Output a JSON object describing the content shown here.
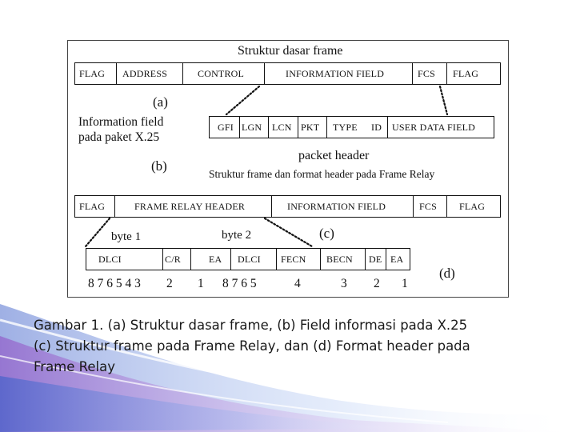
{
  "diagram": {
    "title": "Struktur dasar frame",
    "row_a": [
      "FLAG",
      "ADDRESS",
      "CONTROL",
      "INFORMATION FIELD",
      "FCS",
      "FLAG"
    ],
    "label_a": "(a)",
    "info_label_1": "Information field",
    "info_label_2": "pada paket X.25",
    "row_b": [
      "GFI",
      "LGN",
      "LCN",
      "PKT",
      "TYPE",
      "ID",
      "USER DATA FIELD"
    ],
    "packet_header": "packet header",
    "label_b": "(b)",
    "subtitle_fr": "Struktur frame dan format header pada Frame Relay",
    "row_c": [
      "FLAG",
      "FRAME RELAY HEADER",
      "INFORMATION FIELD",
      "FCS",
      "FLAG"
    ],
    "byte1": "byte 1",
    "byte2": "byte 2",
    "label_c": "(c)",
    "row_d": [
      "DLCI",
      "C/R",
      "EA",
      "DLCI",
      "FECN",
      "BECN",
      "DE",
      "EA"
    ],
    "bits": [
      "8 7 6 5 4 3",
      "2",
      "1",
      "8 7 6 5",
      "4",
      "3",
      "2",
      "1"
    ],
    "label_d": "(d)"
  },
  "caption": {
    "line1": "Gambar 1. (a) Struktur dasar frame, (b) Field informasi pada X.25",
    "line2": "(c) Struktur frame pada Frame Relay, dan (d) Format header pada",
    "line3": "Frame Relay"
  },
  "colors": {
    "swoosh_blue": "#5b7fd6",
    "swoosh_purple": "#9a4fc4",
    "panel_border": "#444444"
  }
}
